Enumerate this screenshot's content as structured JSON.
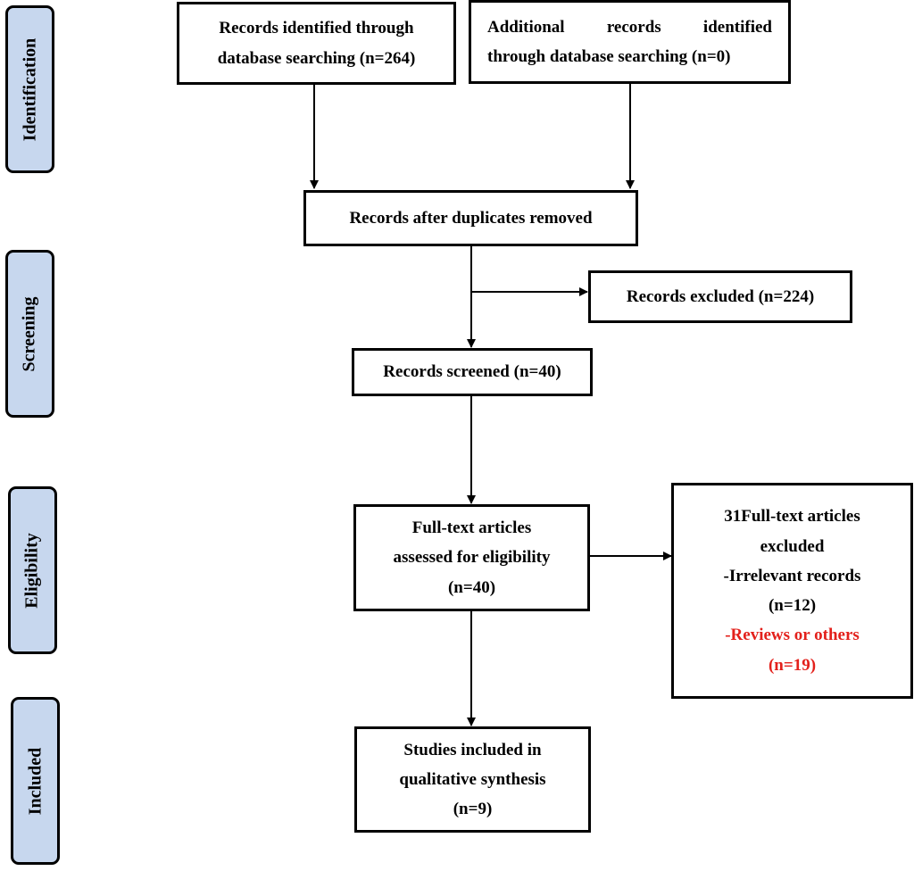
{
  "stages": {
    "identification": "Identification",
    "screening": "Screening",
    "eligibility": "Eligibility",
    "included": "Included"
  },
  "boxes": {
    "database_records": [
      "Records identified through",
      "database searching (n=264)"
    ],
    "additional_records": {
      "line1_words": [
        "Additional",
        "records",
        "identified"
      ],
      "line2": "through database searching (n=0)"
    },
    "duplicates_removed": "Records after duplicates removed",
    "records_excluded": "Records excluded (n=224)",
    "records_screened": "Records screened (n=40)",
    "fulltext_assessed": [
      "Full-text articles",
      "assessed for eligibility",
      "(n=40)"
    ],
    "fulltext_excluded": {
      "title": [
        "31Full-text articles",
        "excluded"
      ],
      "irrelevant": [
        "-Irrelevant records",
        "(n=12)"
      ],
      "reviews": [
        "-Reviews or others",
        "(n=19)"
      ]
    },
    "studies_included": [
      "Studies included in",
      "qualitative synthesis",
      "(n=9)"
    ]
  },
  "colors": {
    "stage_fill": "#c7d7ee",
    "highlight_text": "#e3201b",
    "border": "#000000"
  }
}
